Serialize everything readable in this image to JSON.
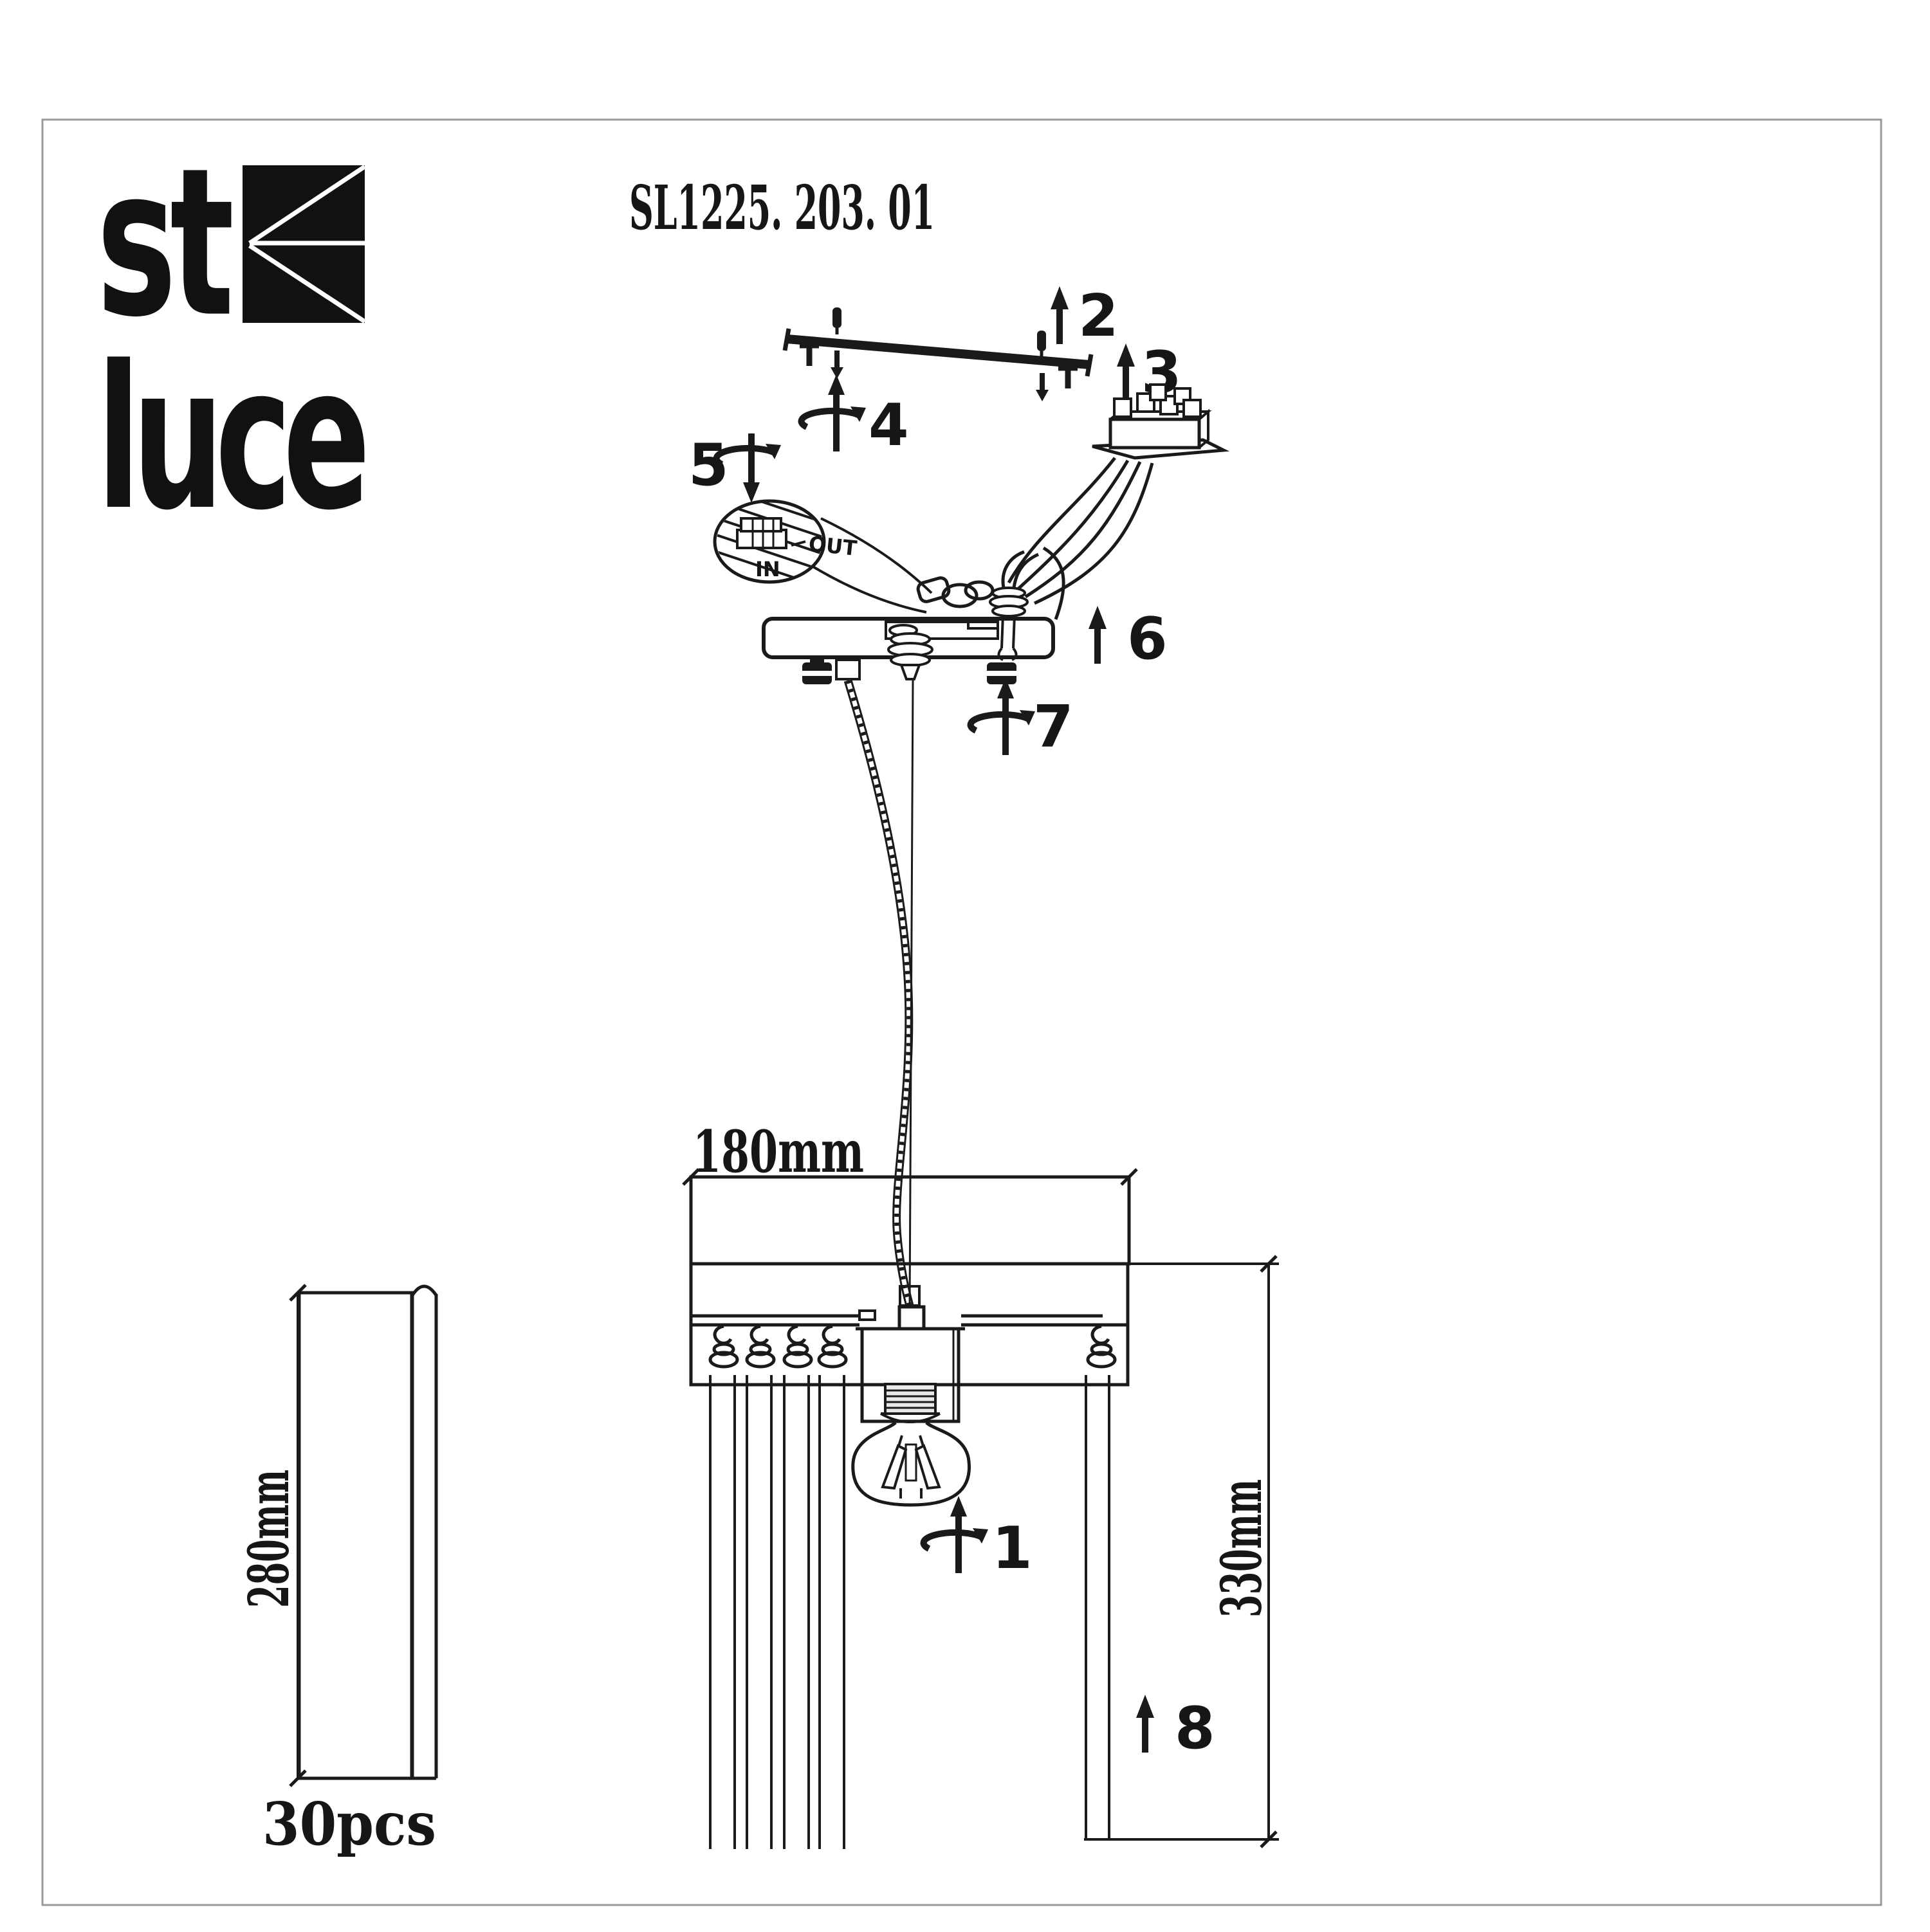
{
  "document_type": "assembly-instruction-sheet",
  "colors": {
    "ink": "#1a1a1a",
    "frame": "#9a9a9a",
    "paper": "#ffffff"
  },
  "logo": {
    "word_top": "st",
    "word_bottom": "luce",
    "mark": "stluce-square-envelope-mark"
  },
  "model_number": "SL1225. 203. 01",
  "steps": {
    "1": "1",
    "2": "2",
    "3": "3",
    "4": "4",
    "5": "5",
    "6": "6",
    "7": "7",
    "8": "8"
  },
  "dimensions": {
    "canopy_width": "180mm",
    "body_height": "330mm",
    "rod_length": "280mm",
    "rod_quantity": "30pcs"
  },
  "terminal": {
    "in_label": "IN",
    "out_label": "OUT"
  },
  "icon_names": [
    "up-arrow-icon",
    "rotate-screw-icon",
    "rotate-screw-down-icon",
    "screw-peg-icon",
    "t-screw-icon",
    "mounting-bar",
    "terminal-block",
    "wire-bundle",
    "detail-bubble",
    "canopy",
    "cord-grip",
    "strain-relief",
    "knurled-nut",
    "steel-cable",
    "support-wire",
    "fixture-body",
    "lamp-holder",
    "e27-socket",
    "bulb-icon",
    "hook-pulley-icon",
    "glass-rod",
    "dimension-line"
  ]
}
